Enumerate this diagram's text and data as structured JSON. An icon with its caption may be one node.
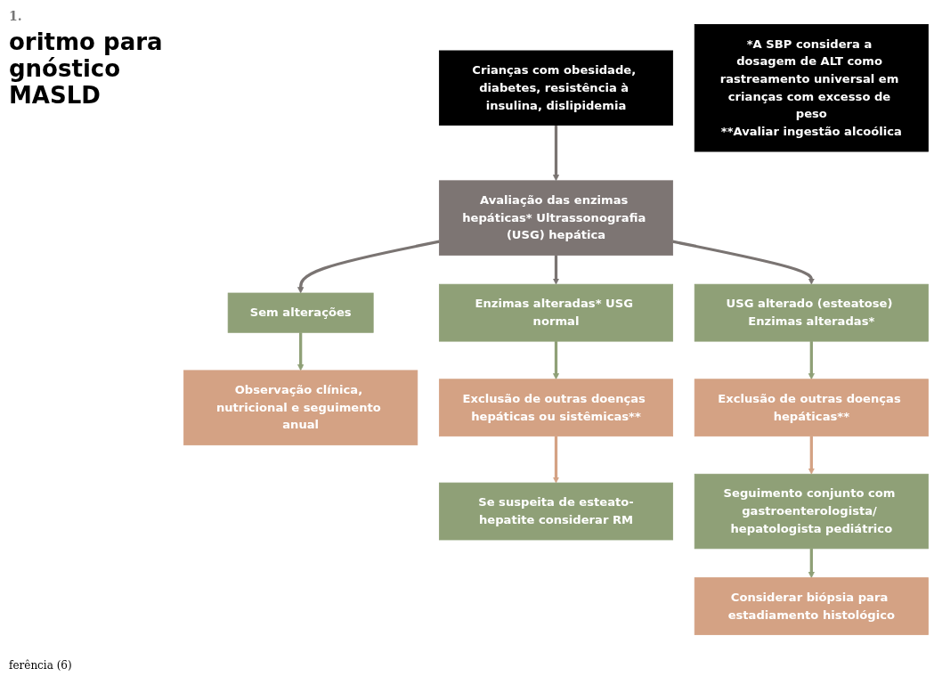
{
  "diagram": {
    "title": "oritmo para gnóstico MASLD",
    "caption": "ferência (6)",
    "nodes": [
      {
        "text": [
          "Crianças com obesidade, diabetes, resistência à insulina, dislipidemia"
        ]
      },
      {
        "text": [
          "Avaliação das enzimas hepáticas* Ultrassonografia (USG) hepática"
        ]
      },
      {
        "text": [
          "Sem alterações"
        ]
      },
      {
        "text": [
          "Enzimas alteradas* USG normal"
        ]
      },
      {
        "text": [
          "USG alterado (esteatose) Enzimas alteradas*"
        ]
      },
      {
        "text": [
          "Observação clínica, nutricional e seguimento anual"
        ]
      },
      {
        "text": [
          "Exclusão de outras doenças hepáticas ou sistêmicas**"
        ]
      },
      {
        "text": [
          "Exclusão de outras doenças hepáticas**"
        ]
      },
      {
        "text": [
          "Se suspeita de esteato-hepatite considerar RM"
        ]
      },
      {
        "text": [
          "Seguimento conjunto com gastroenterologista/ hepatologista pediátrico"
        ]
      },
      {
        "text": [
          "Considerar biópsia para estadiamento histológico"
        ]
      },
      {
        "text": [
          "*A SBP considera a dosagem de ALT como rastreamento universal em crianças com excesso de peso",
          "**Avaliar ingestão alcoólica"
        ]
      }
    ],
    "edges": [
      {
        "from": 0,
        "to": 1,
        "arrow": "to",
        "color": "#7a7472"
      },
      {
        "from": 1,
        "to": 2,
        "arrow": "to",
        "color": "#7a7472"
      },
      {
        "from": 1,
        "to": 3,
        "arrow": "to",
        "color": "#7a7472"
      },
      {
        "from": 1,
        "to": 4,
        "arrow": "to",
        "color": "#7a7472"
      },
      {
        "from": 2,
        "to": 5,
        "arrow": "to",
        "color": "#8fa077"
      },
      {
        "from": 3,
        "to": 6,
        "arrow": "to",
        "color": "#8fa077"
      },
      {
        "from": 4,
        "to": 7,
        "arrow": "to",
        "color": "#8fa077"
      },
      {
        "from": 6,
        "to": 8,
        "arrow": "to",
        "color": "#d4a284"
      },
      {
        "from": 7,
        "to": 9,
        "arrow": "to",
        "color": "#d4a284"
      },
      {
        "from": 9,
        "to": 10,
        "arrow": "to",
        "color": "#8fa077"
      }
    ],
    "labels": [
      "1."
    ]
  }
}
